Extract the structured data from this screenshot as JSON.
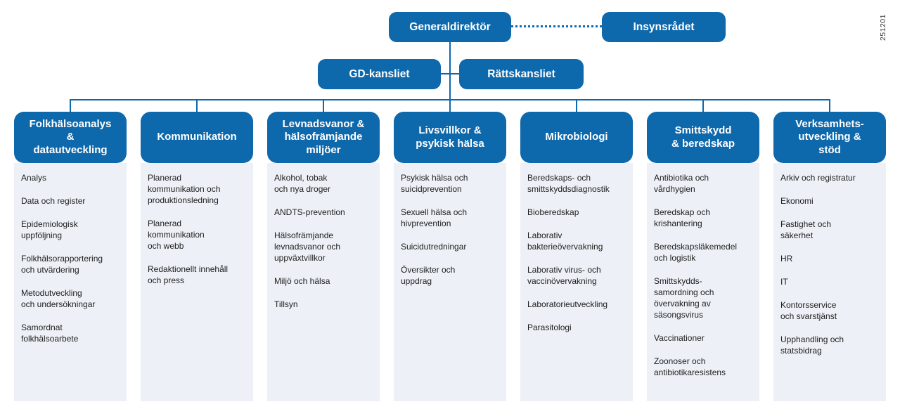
{
  "stamp": "251201",
  "colors": {
    "primary_blue": "#0d68ac",
    "panel_background": "#edf1f7",
    "unit_text": "#1d1d1b",
    "box_text": "#ffffff"
  },
  "top": {
    "director": "Generaldirektör",
    "council": "Insynsrådet",
    "gd_office": "GD-kansliet",
    "legal_office": "Rättskansliet"
  },
  "departments": [
    {
      "title": "Folkhälsoanalys\n&\ndatautveckling",
      "units": [
        "Analys",
        "Data och register",
        "Epidemiologisk\nuppföljning",
        "Folkhälsorapportering\noch utvärdering",
        "Metodutveckling\noch undersökningar",
        "Samordnat\nfolkhälsoarbete"
      ]
    },
    {
      "title": "Kommunikation",
      "units": [
        "Planerad\nkommunikation och\nproduktionsledning",
        "Planerad\nkommunikation\noch webb",
        "Redaktionellt innehåll\noch press"
      ]
    },
    {
      "title": "Levnadsvanor &\nhälsofrämjande\nmiljöer",
      "units": [
        "Alkohol, tobak\noch nya droger",
        "ANDTS-prevention",
        "Hälsofrämjande\nlevnadsvanor och\nuppväxtvillkor",
        "Miljö och hälsa",
        "Tillsyn"
      ]
    },
    {
      "title": "Livsvillkor &\npsykisk hälsa",
      "units": [
        "Psykisk hälsa och\nsuicidprevention",
        "Sexuell hälsa och\nhivprevention",
        "Suicidutredningar",
        "Översikter och\nuppdrag"
      ]
    },
    {
      "title": "Mikrobiologi",
      "units": [
        "Beredskaps- och\nsmittskyddsdiagnostik",
        "Bioberedskap",
        "Laborativ\nbakterieövervakning",
        "Laborativ virus- och\nvaccinövervakning",
        "Laboratorieutveckling",
        "Parasitologi"
      ]
    },
    {
      "title": "Smittskydd\n& beredskap",
      "units": [
        "Antibiotika och\nvårdhygien",
        "Beredskap och\nkrishantering",
        "Beredskapsläkemedel\noch logistik",
        "Smittskydds-\nsamordning och\növervakning av\nsäsongsvirus",
        "Vaccinationer",
        "Zoonoser och\nantibiotikaresistens"
      ]
    },
    {
      "title": "Verksamhets-\nutveckling &\nstöd",
      "units": [
        "Arkiv och registratur",
        "Ekonomi",
        "Fastighet och\nsäkerhet",
        "HR",
        "IT",
        "Kontorsservice\noch svarstjänst",
        "Upphandling och\nstatsbidrag"
      ]
    }
  ]
}
